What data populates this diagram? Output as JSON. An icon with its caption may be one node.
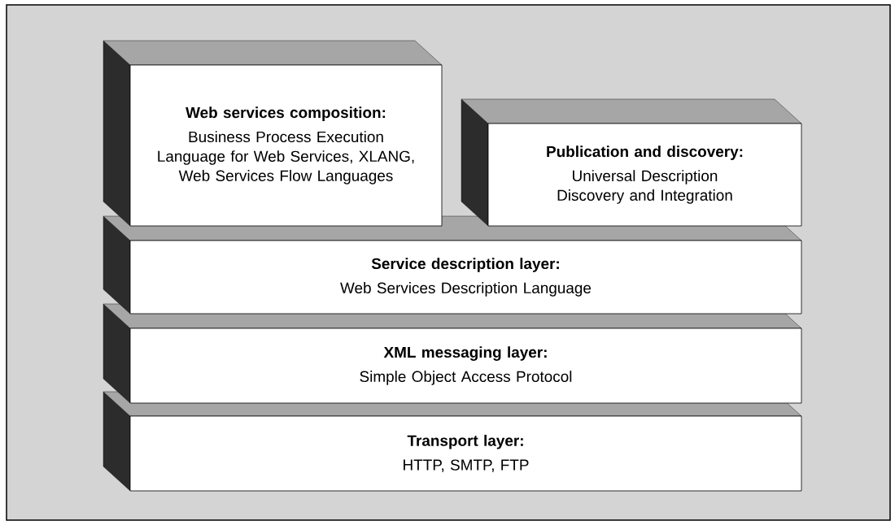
{
  "diagram": {
    "nodes": [
      {
        "text": [
          "Web services composition:",
          "Business Process Execution Language for Web Services, XLANG, Web Services Flow Languages"
        ]
      },
      {
        "text": [
          "Publication and discovery:",
          "Universal Description Discovery and Integration"
        ]
      },
      {
        "text": [
          "Service description layer:",
          "Web Services Description Language"
        ]
      },
      {
        "text": [
          "XML messaging layer:",
          "Simple Object Access Protocol"
        ]
      },
      {
        "text": [
          "Transport layer:",
          "HTTP, SMTP, FTP"
        ]
      }
    ]
  }
}
